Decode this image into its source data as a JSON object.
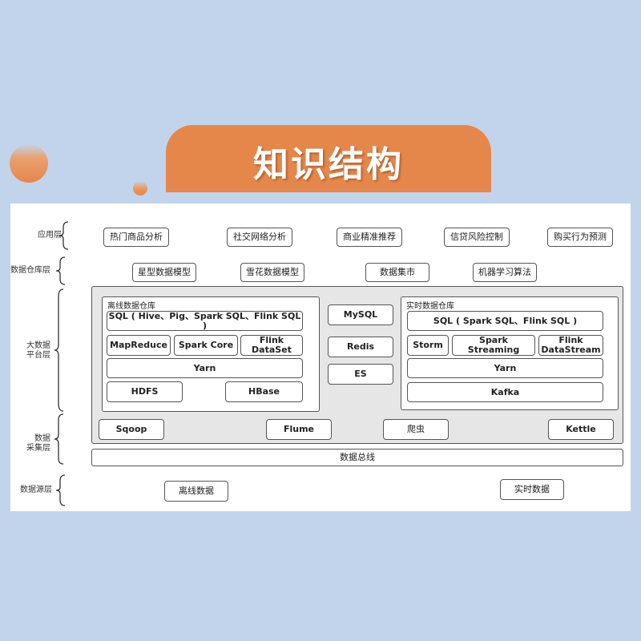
{
  "title": "知识结构",
  "colors": {
    "background": "#c2d4ec",
    "accent": "#e5874a",
    "panel": "#ffffff",
    "platform_bg": "#e6e6e6"
  },
  "layers": {
    "application": {
      "label": "应用层",
      "items": [
        "热门商品分析",
        "社交网络分析",
        "商业精准推荐",
        "信贷风险控制",
        "购买行为预测"
      ]
    },
    "warehouse": {
      "label": "数据仓库层",
      "items": [
        "星型数据模型",
        "雪花数据模型",
        "数据集市",
        "机器学习算法"
      ]
    },
    "platform": {
      "label_line1": "大数据",
      "label_line2": "平台层",
      "offline": {
        "title": "离线数据仓库",
        "sql": "SQL ( Hive、Pig、Spark SQL、Flink SQL )",
        "compute": [
          "MapReduce",
          "Spark Core",
          "Flink DataSet"
        ],
        "yarn": "Yarn",
        "storage": [
          "HDFS",
          "HBase"
        ]
      },
      "databases": [
        "MySQL",
        "Redis",
        "ES"
      ],
      "realtime": {
        "title": "实时数据仓库",
        "sql": "SQL ( Spark SQL、Flink SQL )",
        "compute": [
          "Storm",
          "Spark Streaming",
          "Flink DataStream"
        ],
        "yarn": "Yarn",
        "queue": "Kafka"
      }
    },
    "collection": {
      "label_line1": "数据",
      "label_line2": "采集层",
      "tools": [
        "Sqoop",
        "Flume",
        "爬虫",
        "Kettle"
      ],
      "bus": "数据总线"
    },
    "source": {
      "label": "数据源层",
      "items": [
        "离线数据",
        "实时数据"
      ]
    }
  }
}
